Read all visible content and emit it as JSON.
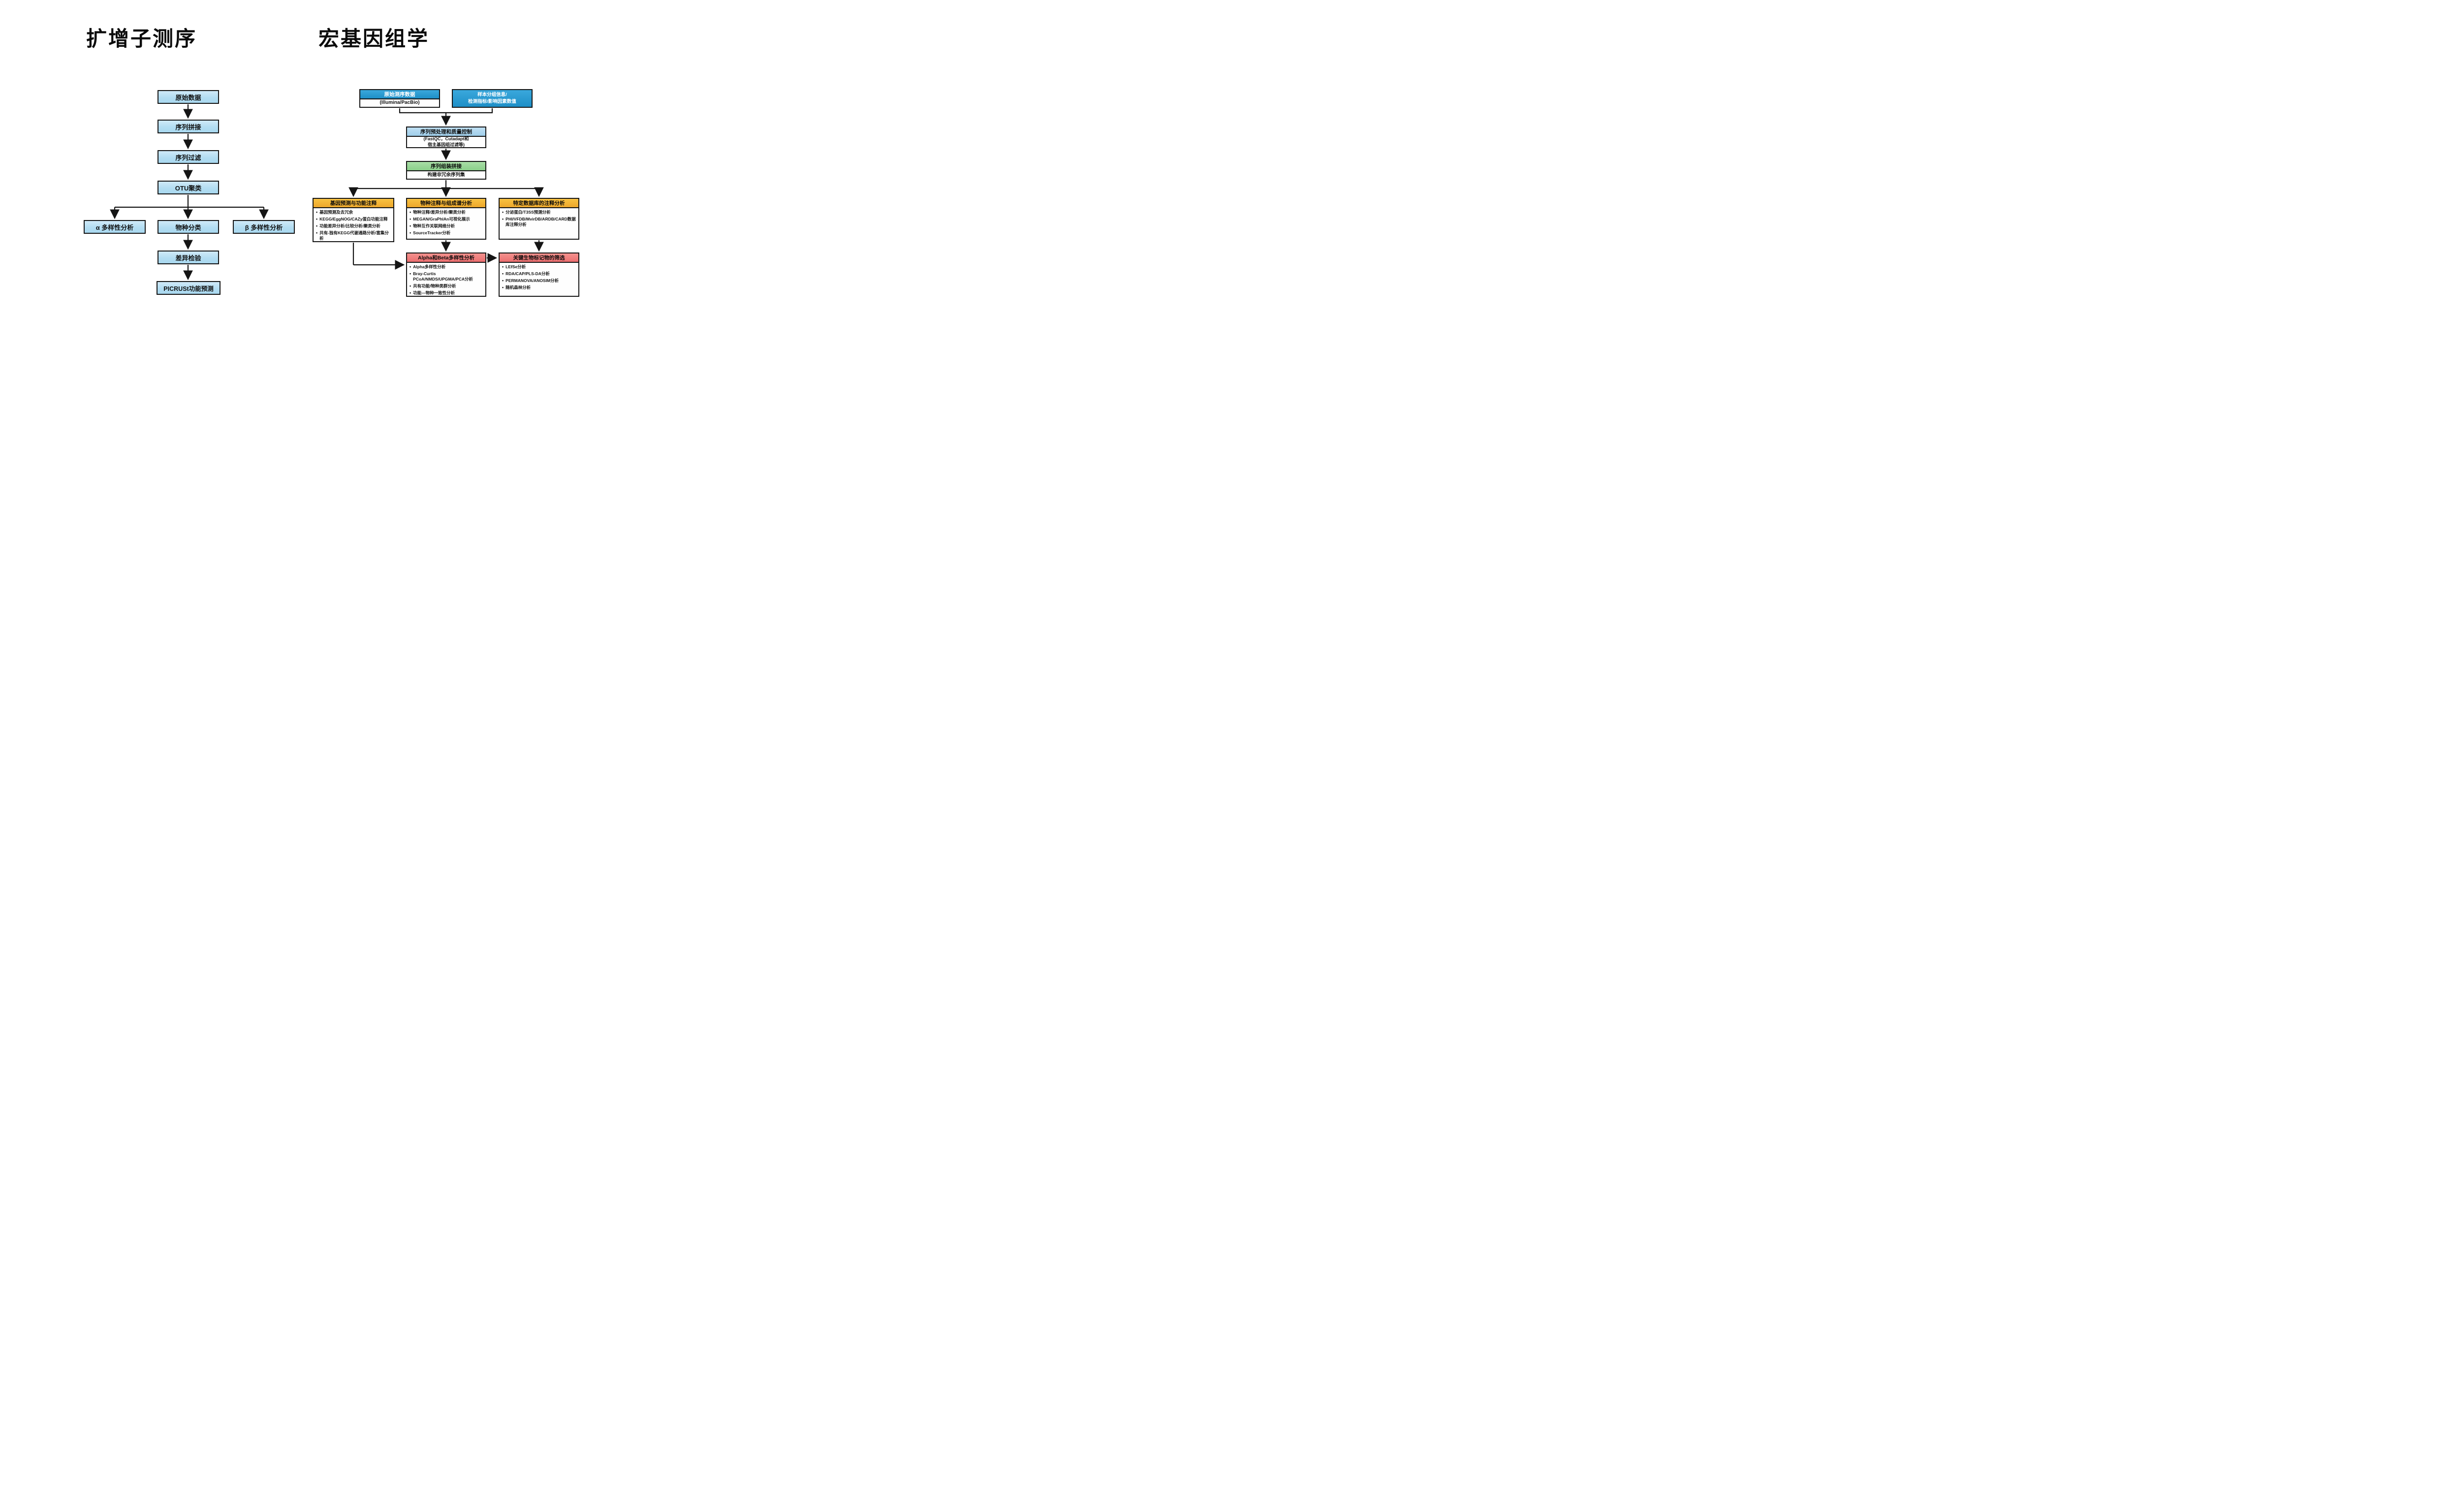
{
  "titles": {
    "left": "扩增子测序",
    "right": "宏基因组学"
  },
  "colors": {
    "amplicon_box_blue": "#b3ddf2",
    "deep_blue": "#2b9dd3",
    "light_blue_header": "#abd6ee",
    "green_header": "#97d596",
    "orange_header": "#f4b234",
    "red_header": "#f0817e",
    "line": "#151515"
  },
  "amplicon": {
    "raw": "原始数据",
    "merge": "序列拼接",
    "filter": "序列过滤",
    "otu": "OTU聚类",
    "alpha": "α 多样性分析",
    "taxonomy": "物种分类",
    "beta": "β 多样性分析",
    "diff": "差异检验",
    "picrust": "PICRUSt功能预测"
  },
  "metagenome": {
    "raw_seq": {
      "title": "原始测序数据",
      "subtitle": "(Illumina/PacBio)"
    },
    "sample_info": {
      "line1": "样本分组信息/",
      "line2": "检测指标/影响因素数值"
    },
    "preprocess": {
      "title": "序列预处理和质量控制",
      "line1": "(FastQC，Cutadapt和",
      "line2": "宿主基因组过滤等)"
    },
    "assembly": {
      "title": "序列组装拼接",
      "subtitle": "构建非冗余序列集"
    },
    "gene_prediction": {
      "title": "基因预测与功能注释",
      "items": [
        "基因预测及去冗余",
        "KEGG/EggNOG/CAZy蛋白功能注释",
        "功能差异分析/比较分析/聚类分析",
        "共有-独有KEGG代谢通路分析/富集分析"
      ]
    },
    "taxa_annotation": {
      "title": "物种注释与组成谱分析",
      "items": [
        "物种注释/差异分析/聚类分析",
        "MEGAN/GraPhlAn可视化展示",
        "物种互作关联网络分析",
        "SourceTracker分析"
      ]
    },
    "special_db": {
      "title": "特定数据库的注释分析",
      "items": [
        "分泌蛋白/T3SS预测分析",
        "PHI/VFDB/MvirDB/ARDB/CARD数据库注释分析"
      ]
    },
    "diversity": {
      "title": "Alpha和Beta多样性分析",
      "items": [
        "Alpha多样性分析",
        "Bray-Curtis PCoA/NMDS/UPGMA/PCA分析",
        "共有功能/物种类群分析",
        "功能—物种一致性分析"
      ]
    },
    "biomarker": {
      "title": "关键生物标记物的筛选",
      "items": [
        "LEfSe分析",
        "RDA/CAP/PLS-DA分析",
        "PERMANOVA/ANOSIM分析",
        "随机森林分析"
      ]
    }
  }
}
